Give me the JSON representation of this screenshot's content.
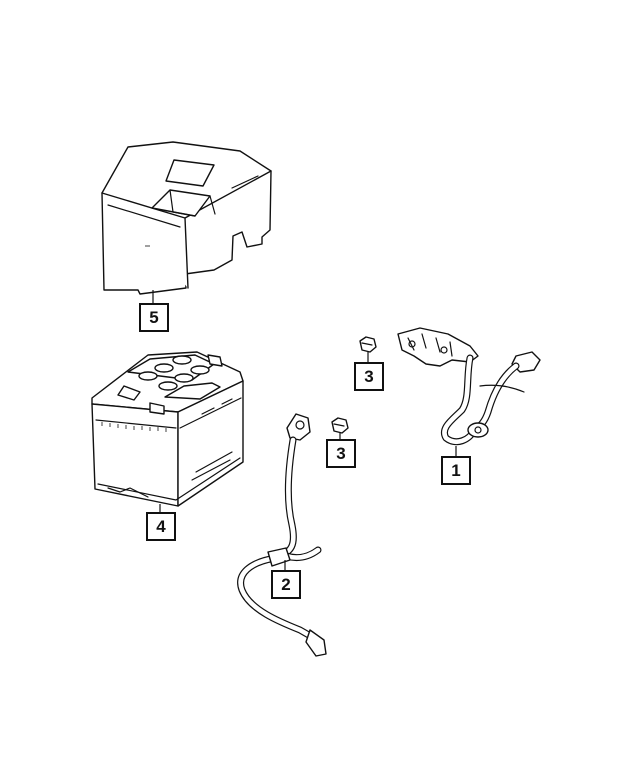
{
  "callouts": {
    "c1": "1",
    "c2": "2",
    "c3a": "3",
    "c3b": "3",
    "c4": "4",
    "c5": "5"
  }
}
